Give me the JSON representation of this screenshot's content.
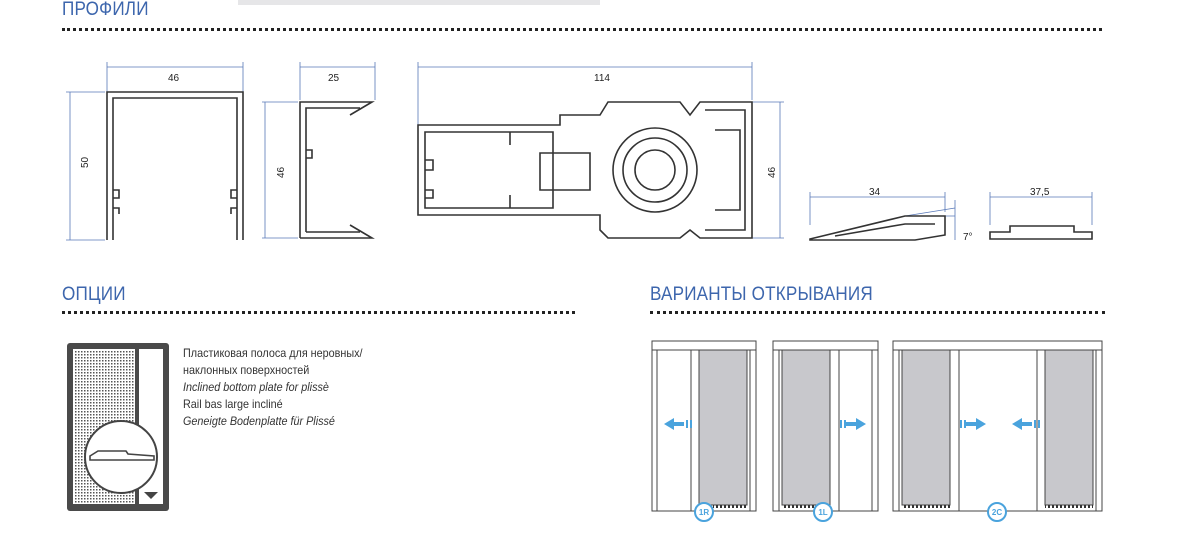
{
  "sections": {
    "profiles_title": "ПРОФИЛИ",
    "options_title": "ОПЦИИ",
    "opening_title": "ВАРИАНТЫ ОТКРЫВАНИЯ"
  },
  "profiles": {
    "p1": {
      "width": "46",
      "height": "50"
    },
    "p2": {
      "width": "25",
      "height": "46"
    },
    "p3": {
      "width": "114",
      "height": "46"
    },
    "p4": {
      "width": "34",
      "angle": "7°"
    },
    "p5": {
      "width": "37,5"
    }
  },
  "option": {
    "lines": [
      "Пластиковая полоса для неровных/",
      "наклонных поверхностей",
      "Inclined bottom plate for plissè",
      "Rail bas large incliné",
      "Geneigte Bodenplatte für Plissé"
    ]
  },
  "opening_variants": [
    {
      "code": "1R"
    },
    {
      "code": "1L"
    },
    {
      "code": "2C"
    }
  ],
  "colors": {
    "accent": "#3d66ad",
    "arrow": "#4aa3dd",
    "panel": "#c8c8cc"
  }
}
